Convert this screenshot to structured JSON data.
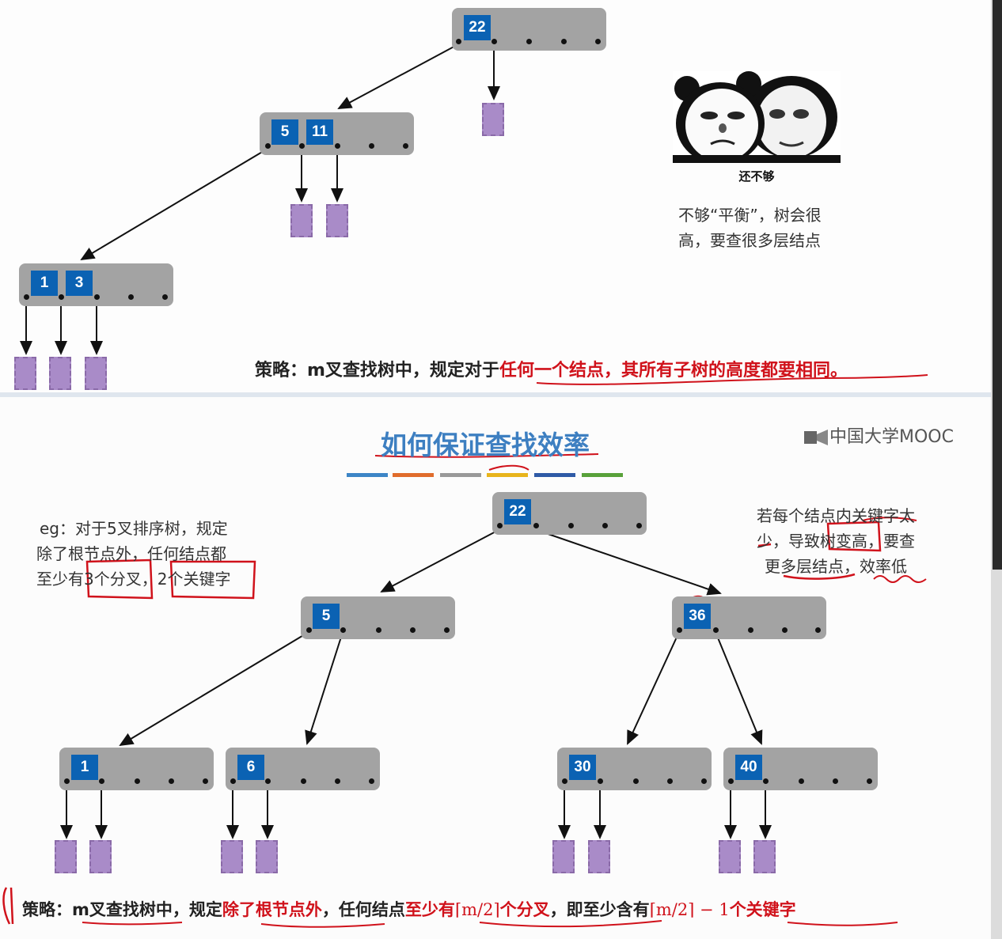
{
  "top_slide": {
    "tree": {
      "root": {
        "keys": [
          "22"
        ]
      },
      "level2": {
        "keys": [
          "5",
          "11"
        ]
      },
      "level3": {
        "keys": [
          "1",
          "3"
        ]
      }
    },
    "meme_caption": "还不够",
    "note_line1": "不够“平衡”，树会很",
    "note_line2": "高，要查很多层结点",
    "strategy": {
      "prefix": "策略：m叉查找树中，规定对于",
      "highlight": "任何一个结点，其所有子树的高度都要相同。"
    }
  },
  "bottom_slide": {
    "title": "如何保证查找效率",
    "brand": "中国大学MOOC",
    "color_bar": [
      "#3d85c6",
      "#e06c2c",
      "#999999",
      "#e8b41c",
      "#2f5aa6",
      "#58a13a"
    ],
    "eg_line1": "eg：对于5叉排序树，规定",
    "eg_line2": "除了根节点外，任何结点都",
    "eg_line3_prefix": "至少有",
    "eg_line3_a": "3个分叉",
    "eg_line3_sep": "，",
    "eg_line3_b": "2个关键字",
    "warn_line1": "若每个结点内关键字太",
    "warn_line2_a": "少，导致",
    "warn_line2_b": "树变高",
    "warn_line2_c": "，要查",
    "warn_line3_a": "更多层结点",
    "warn_line3_sep": "，",
    "warn_line3_b": "效率低",
    "tree": {
      "root": "22",
      "left": "5",
      "right": "36",
      "ll": "1",
      "lr": "6",
      "rl": "30",
      "rr": "40"
    },
    "strategy": {
      "p1": "策略：m叉查找树中，规定",
      "p2": "除了根节点外",
      "p3": "，任何结点",
      "p4": "至少有",
      "m1": "⌈m/2⌉",
      "p5": "个分叉",
      "p6": "，即至少含有",
      "m2": "⌈m/2⌉ − 1",
      "p7": "个关键字"
    }
  }
}
